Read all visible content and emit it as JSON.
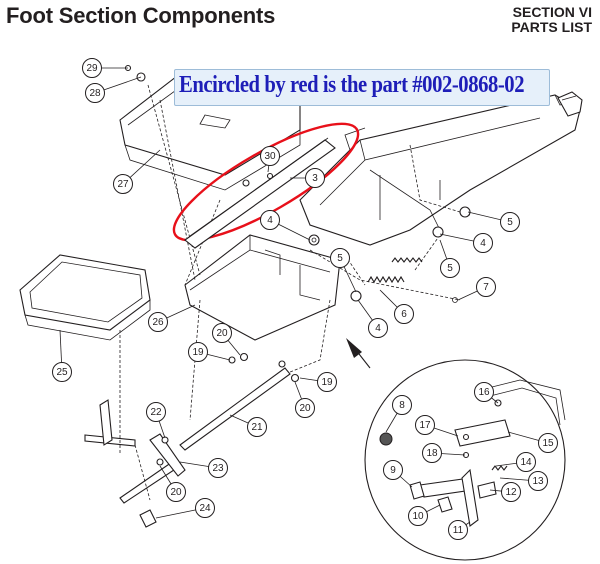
{
  "header": {
    "title": "Foot Section Components",
    "section": "SECTION VI",
    "subsection": "PARTS LIST"
  },
  "annotation": {
    "text": "Encircled by red is the part #002-0868-02",
    "text_color": "#1e1eb8",
    "highlight_color": "#e8101a"
  },
  "callouts": [
    "29",
    "28",
    "27",
    "30",
    "3",
    "4",
    "5",
    "4",
    "5",
    "5",
    "6",
    "7",
    "4",
    "26",
    "25",
    "20",
    "19",
    "21",
    "20",
    "19",
    "22",
    "23",
    "20",
    "24",
    "8",
    "16",
    "17",
    "18",
    "15",
    "14",
    "9",
    "13",
    "12",
    "10",
    "11"
  ]
}
